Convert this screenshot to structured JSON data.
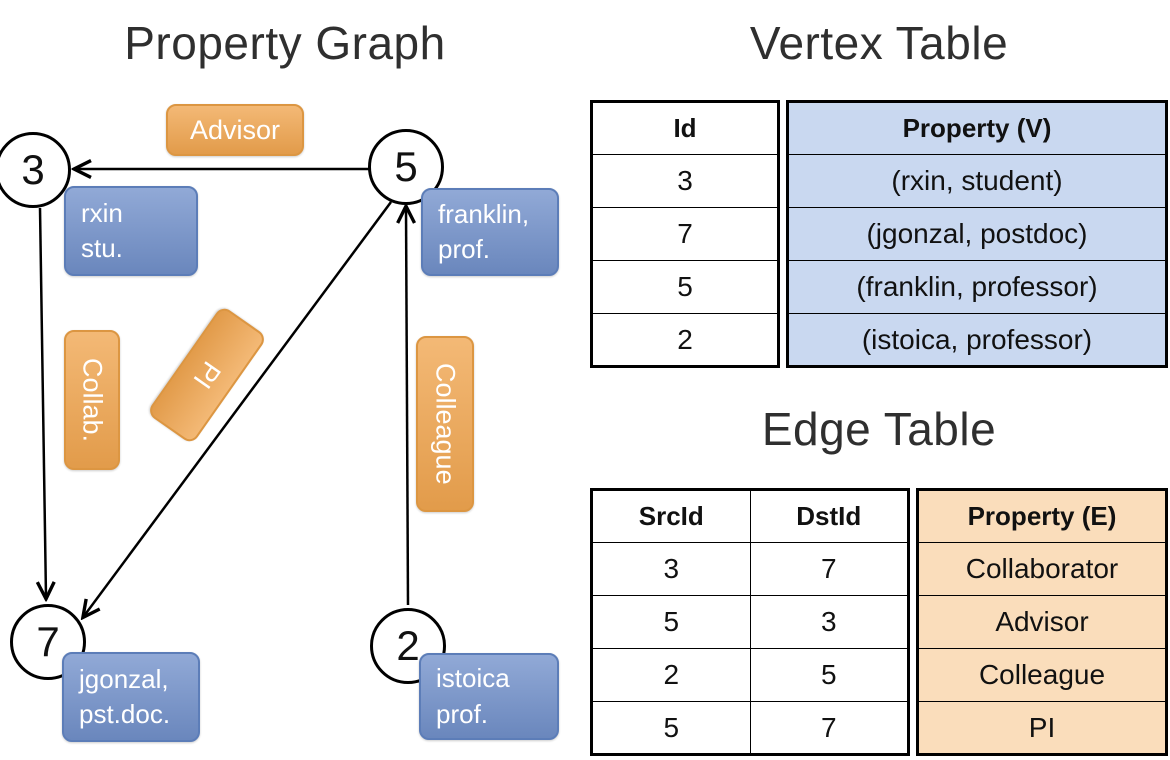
{
  "graph": {
    "title": "Property Graph",
    "nodes": [
      {
        "id": "3"
      },
      {
        "id": "5"
      },
      {
        "id": "7"
      },
      {
        "id": "2"
      }
    ],
    "vertex_labels": [
      {
        "node": "3",
        "lines": [
          "rxin",
          "stu."
        ]
      },
      {
        "node": "5",
        "lines": [
          "franklin,",
          "prof."
        ]
      },
      {
        "node": "7",
        "lines": [
          "jgonzal,",
          "pst.doc."
        ]
      },
      {
        "node": "2",
        "lines": [
          "istoica",
          "prof."
        ]
      }
    ],
    "edge_labels": [
      {
        "from": "5",
        "to": "3",
        "label": "Advisor"
      },
      {
        "from": "3",
        "to": "7",
        "label": "Collab."
      },
      {
        "from": "5",
        "to": "7",
        "label": "PI"
      },
      {
        "from": "2",
        "to": "5",
        "label": "Colleague"
      }
    ]
  },
  "vertex_table": {
    "title": "Vertex Table",
    "columns": [
      "Id",
      "Property (V)"
    ],
    "rows": [
      {
        "id": "3",
        "property": "(rxin, student)"
      },
      {
        "id": "7",
        "property": "(jgonzal, postdoc)"
      },
      {
        "id": "5",
        "property": "(franklin, professor)"
      },
      {
        "id": "2",
        "property": "(istoica, professor)"
      }
    ]
  },
  "edge_table": {
    "title": "Edge Table",
    "columns": [
      "SrcId",
      "DstId",
      "Property (E)"
    ],
    "rows": [
      {
        "src": "3",
        "dst": "7",
        "property": "Collaborator"
      },
      {
        "src": "5",
        "dst": "3",
        "property": "Advisor"
      },
      {
        "src": "2",
        "dst": "5",
        "property": "Colleague"
      },
      {
        "src": "5",
        "dst": "7",
        "property": "PI"
      }
    ]
  },
  "colors": {
    "vertex_fill": "#7291CB",
    "vertex_border": "#5C7DB8",
    "edge_fill": "#F0A54F",
    "edge_border": "#DC9642",
    "vertex_cell_bg": "#C9D8F0",
    "edge_cell_bg": "#FADDBB"
  }
}
